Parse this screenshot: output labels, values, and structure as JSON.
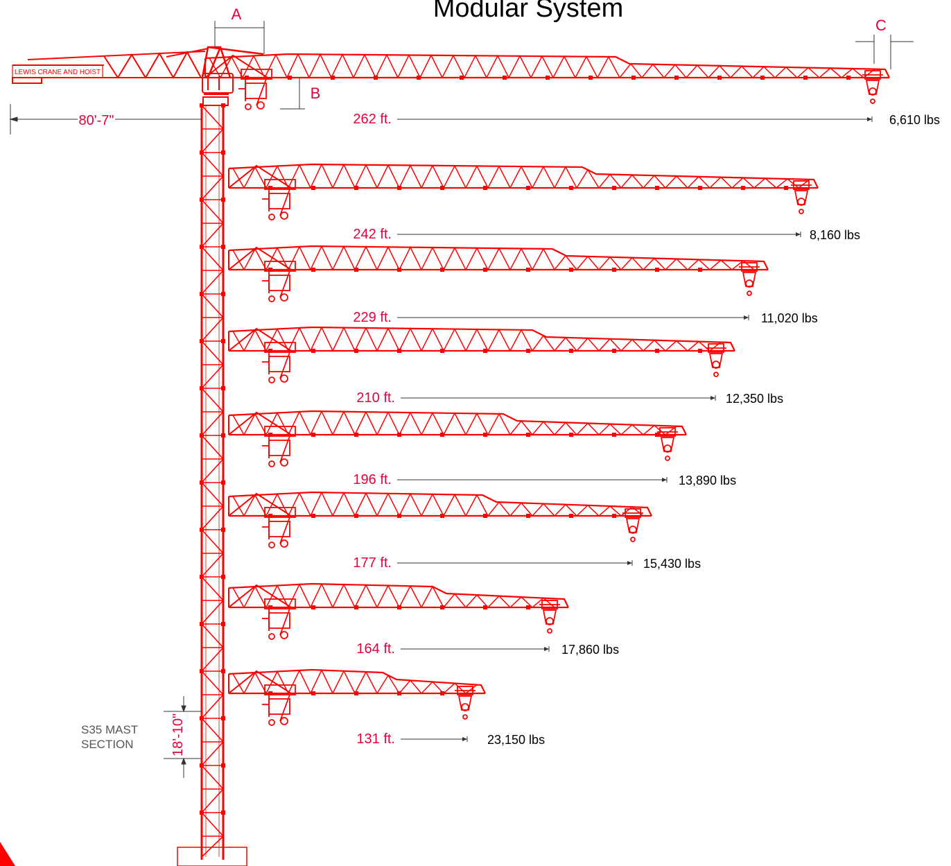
{
  "title": "Modular System",
  "brand": "LEWIS CRANE AND HOIST",
  "dimensions": {
    "a_label": "A",
    "b_label": "B",
    "c_label": "C",
    "counter_jib": "80'-7\"",
    "mast_height": "18'-10\"",
    "mast_label_line1": "S35 MAST",
    "mast_label_line2": "SECTION"
  },
  "configurations": [
    {
      "jib_length": "262 ft.",
      "tip_load": "6,610 lbs"
    },
    {
      "jib_length": "242 ft.",
      "tip_load": "8,160 lbs"
    },
    {
      "jib_length": "229 ft.",
      "tip_load": "11,020 lbs"
    },
    {
      "jib_length": "210 ft.",
      "tip_load": "12,350 lbs"
    },
    {
      "jib_length": "196 ft.",
      "tip_load": "13,890 lbs"
    },
    {
      "jib_length": "177 ft.",
      "tip_load": "15,430 lbs"
    },
    {
      "jib_length": "164 ft.",
      "tip_load": "17,860 lbs"
    },
    {
      "jib_length": "131 ft.",
      "tip_load": "23,150 lbs"
    }
  ],
  "colors": {
    "structure": "#ff0000",
    "dimension_text": "#e8003a",
    "dimension_line": "#333333",
    "label": "#000000",
    "muted": "#555555"
  }
}
